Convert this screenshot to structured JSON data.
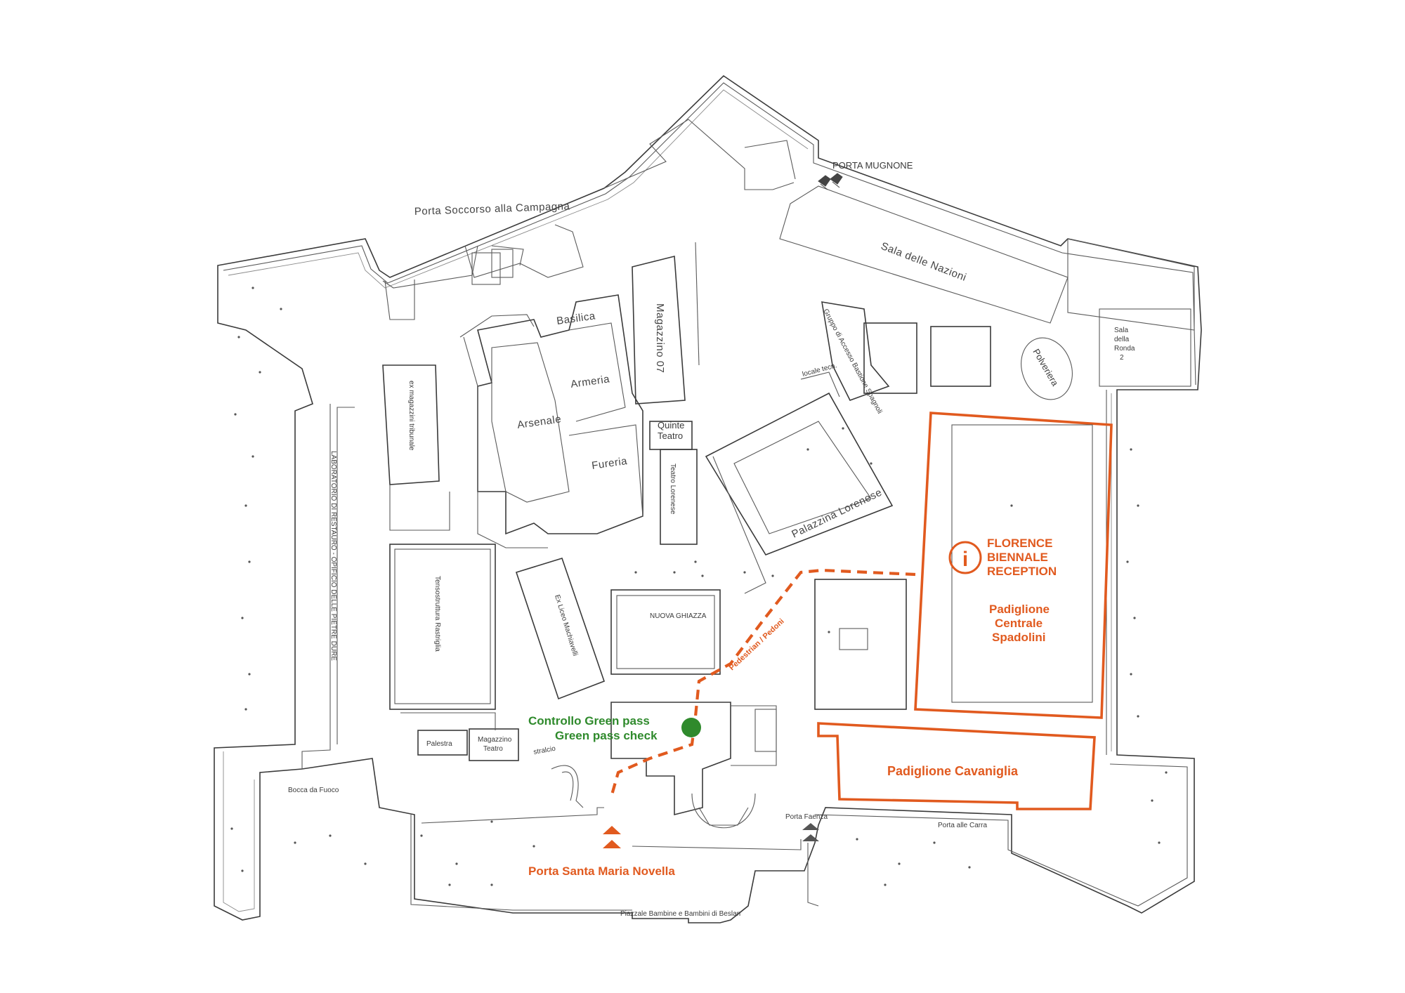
{
  "labels": {
    "porta_soccorso": "Porta Soccorso alla Campagna",
    "porta_mugnone": "PORTA MUGNONE",
    "sala_nazioni": "Sala delle Nazioni",
    "basilica": "Basilica",
    "magazzino07": "Magazzino 07",
    "armeria": "Armeria",
    "arsenale": "Arsenale",
    "fureria": "Fureria",
    "quinte": "Quinte",
    "teatro": "Teatro",
    "teatro_lorenese": "Teatro Lorenese",
    "ex_magazzini": "ex magazzini tribunale",
    "laboratorio": "LABORATORIO DI RESTAURO - OPIFICIO DELLE PIETRE DURE",
    "tensostruttura": "Tensostruttura Rastriglia",
    "ex_liceo": "Ex Liceo Machiavelli",
    "nuova_ghiacciaia": "NUOVA GHIAZZA",
    "palazzina_lorenese": "Palazzina Lorenese",
    "locale_tecnico": "locale tecn.",
    "gruppo_accesso": "Gruppo di Accesso Bastione Spagnoli",
    "polveriera": "Polveriera",
    "sala_ronda_1": "Sala",
    "sala_ronda_2": "della",
    "sala_ronda_3": "Ronda",
    "sala_ronda_4": "2",
    "palestra": "Palestra",
    "magazzino_teatro_1": "Magazzino",
    "magazzino_teatro_2": "Teatro",
    "stralcio": "stralcio",
    "bocca_fuoco": "Bocca da Fuoco",
    "porta_faenza": "Porta Faenza",
    "porta_carra": "Porta alle Carra",
    "piazzale": "Piazzale Bambine e Bambini di Beslan"
  },
  "highlights": {
    "reception_1": "FLORENCE",
    "reception_2": "BIENNALE",
    "reception_3": "RECEPTION",
    "info_icon_glyph": "i",
    "padiglione_centrale_1": "Padiglione",
    "padiglione_centrale_2": "Centrale",
    "padiglione_centrale_3": "Spadolini",
    "padiglione_cavaniglia": "Padiglione Cavaniglia",
    "pedestrian": "Pedestrian / Pedoni",
    "green_pass_1": "Controllo Green pass",
    "green_pass_2": "Green pass check",
    "porta_smn": "Porta Santa Maria Novella"
  },
  "colors": {
    "highlight": "#e15a1f",
    "green_pass": "#2f8a2c",
    "lines": "#3a3a3a"
  },
  "icons": {
    "info": "info-icon",
    "entrance_arrows": "entrance-arrow-icon",
    "checkpoint": "green-pass-checkpoint-icon"
  }
}
